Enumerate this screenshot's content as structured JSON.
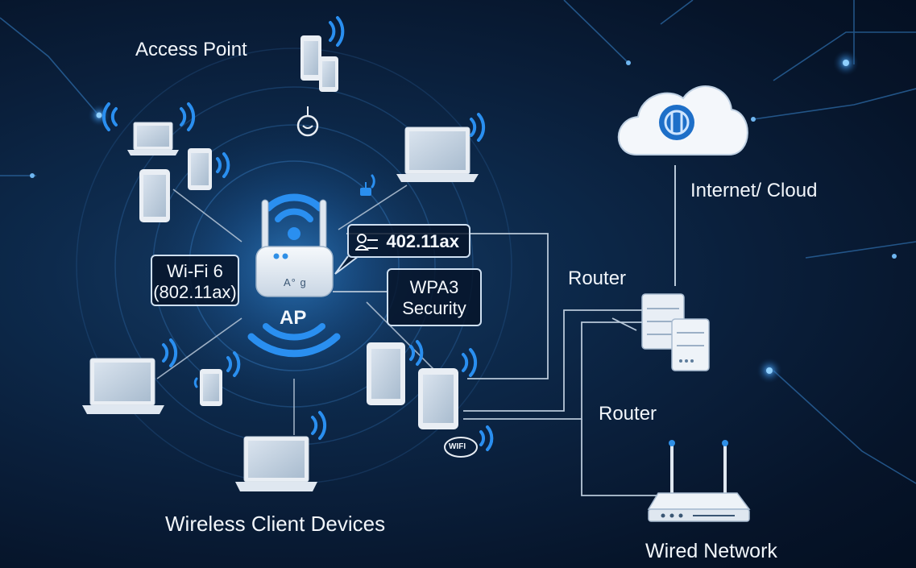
{
  "labels": {
    "access_point": "Access Point",
    "internet_cloud": "Internet/ Cloud",
    "router_upper": "Router",
    "router_lower": "Router",
    "wireless_clients": "Wireless Client Devices",
    "wired_network": "Wired Network",
    "ap": "AP"
  },
  "callouts": {
    "wifi6_line1": "Wi-Fi 6",
    "wifi6_line2": "(802.11ax)",
    "standard": "402.11ax",
    "wpa3_line1": "WPA3",
    "wpa3_line2": "Security"
  },
  "device_text": {
    "ap_face": "A° g",
    "wifi_badge": "WIFI"
  },
  "colors": {
    "background": "#07162c",
    "glow": "#2f8fe6",
    "signal": "#2a8ff0",
    "device_frame": "#e9eef4",
    "text": "#f2f6fb",
    "link_line": "#b7c7d8"
  },
  "icons": [
    "wifi-icon",
    "router-icon",
    "server-icon",
    "cloud-icon",
    "laptop-icon",
    "phone-icon",
    "user-icon",
    "badge-icon"
  ]
}
